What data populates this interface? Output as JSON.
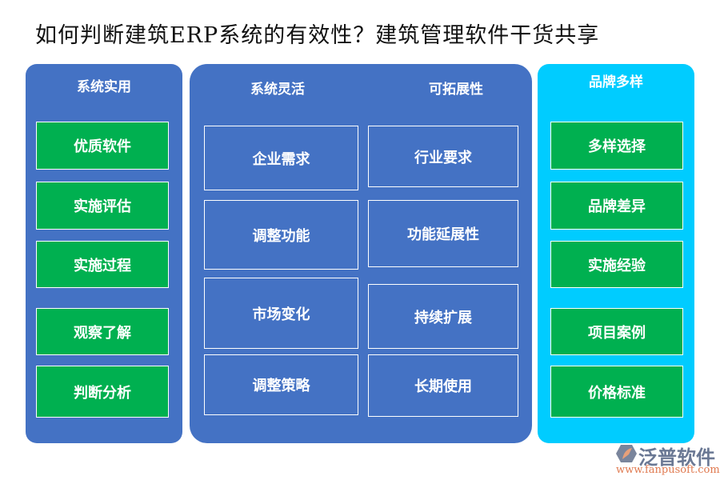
{
  "title": "如何判断建筑ERP系统的有效性？建筑管理软件干货共享",
  "colors": {
    "panel_blue": "#4472c4",
    "panel_cyan": "#00ccff",
    "box_green": "#00b050"
  },
  "left": {
    "header": "系统实用",
    "items": [
      "优质软件",
      "实施评估",
      "实施过程",
      "观察了解",
      "判断分析"
    ]
  },
  "middle": {
    "header_left": "系统灵活",
    "header_right": "可拓展性",
    "left_items": [
      "企业需求",
      "调整功能",
      "市场变化",
      "调整策略"
    ],
    "right_items": [
      "行业要求",
      "功能延展性",
      "持续扩展",
      "长期使用"
    ]
  },
  "right": {
    "header": "品牌多样",
    "items": [
      "多样选择",
      "品牌差异",
      "实施经验",
      "项目案例",
      "价格标准"
    ]
  },
  "logo": {
    "name": "泛普软件",
    "url": "www.fanpusoft.com"
  }
}
